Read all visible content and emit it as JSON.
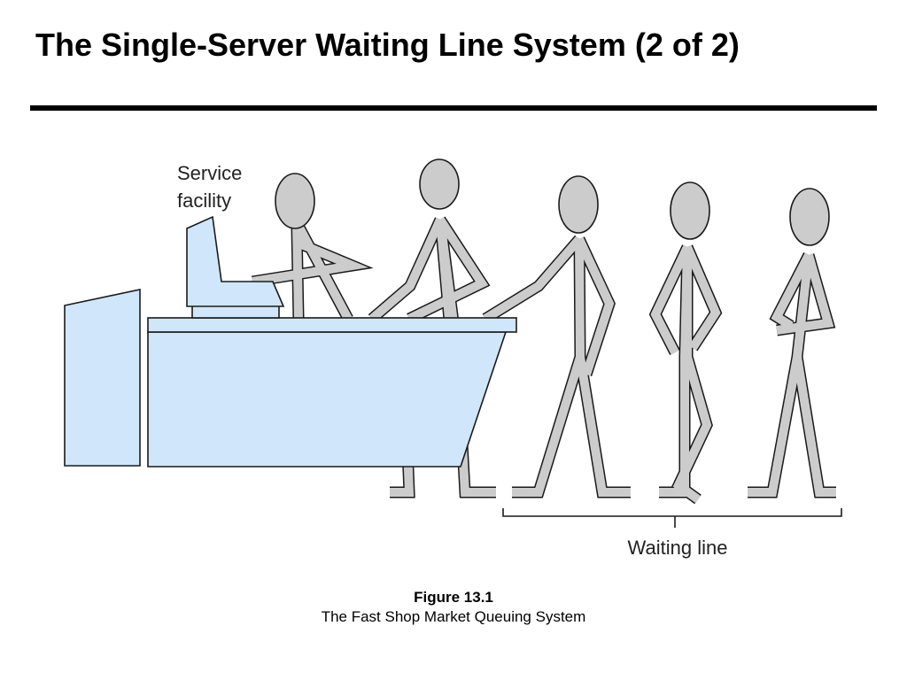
{
  "slide": {
    "title": "The Single-Server Waiting Line System (2 of 2)"
  },
  "diagram": {
    "service_label_line1": "Service",
    "service_label_line2": "facility",
    "waiting_label": "Waiting line",
    "colors": {
      "furniture_fill": "#d0e6fb",
      "figure_fill": "#cccccc",
      "outline": "#1a1a1a"
    }
  },
  "caption": {
    "figure_label": "Figure 13.1",
    "description": "The Fast Shop Market Queuing System"
  }
}
